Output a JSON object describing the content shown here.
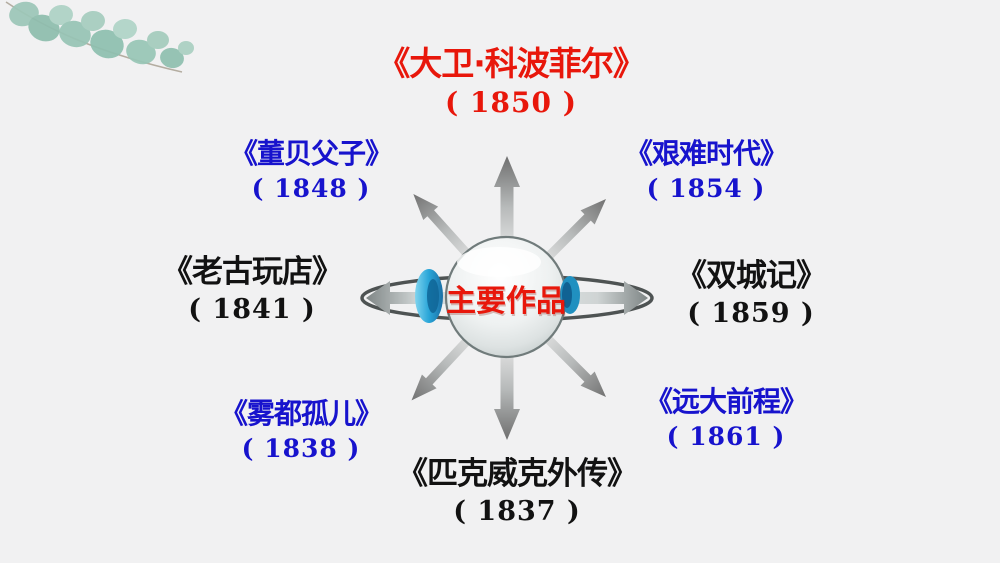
{
  "slide": {
    "type": "presentation-slide-diagram",
    "background_color": "#f1f1f2",
    "decoration": {
      "name": "eucalyptus-branch",
      "leaf_color": "#9ac5b6",
      "corner": "top-left"
    }
  },
  "center": {
    "label": "主要作品",
    "label_color": "#e8170b",
    "shape": "glossy-sphere-with-orbit-ring",
    "ring_color": "#4e5353",
    "radial_arrow_color": "#6f6f6f",
    "lens_color": "#29a5d8"
  },
  "works": [
    {
      "id": "david-copperfield",
      "title": "《大卫·科波菲尔》",
      "year": "( 1850 )",
      "color": "#e8170b",
      "position": "top"
    },
    {
      "id": "dombey-and-son",
      "title": "《董贝父子》",
      "year": "( 1848 )",
      "color": "#1713cd",
      "position": "upper-left"
    },
    {
      "id": "hard-times",
      "title": "《艰难时代》",
      "year": "( 1854 )",
      "color": "#1713cd",
      "position": "upper-right"
    },
    {
      "id": "old-curiosity-shop",
      "title": "《老古玩店》",
      "year": "( 1841 )",
      "color": "#121212",
      "position": "left"
    },
    {
      "id": "tale-of-two-cities",
      "title": "《双城记》",
      "year": "( 1859 )",
      "color": "#121212",
      "position": "right"
    },
    {
      "id": "oliver-twist",
      "title": "《雾都孤儿》",
      "year": "( 1838 )",
      "color": "#1713cd",
      "position": "lower-left"
    },
    {
      "id": "great-expectations",
      "title": "《远大前程》",
      "year": "( 1861 )",
      "color": "#1713cd",
      "position": "lower-right"
    },
    {
      "id": "pickwick-papers",
      "title": "《匹克威克外传》",
      "year": "( 1837 )",
      "color": "#121212",
      "position": "bottom"
    }
  ]
}
